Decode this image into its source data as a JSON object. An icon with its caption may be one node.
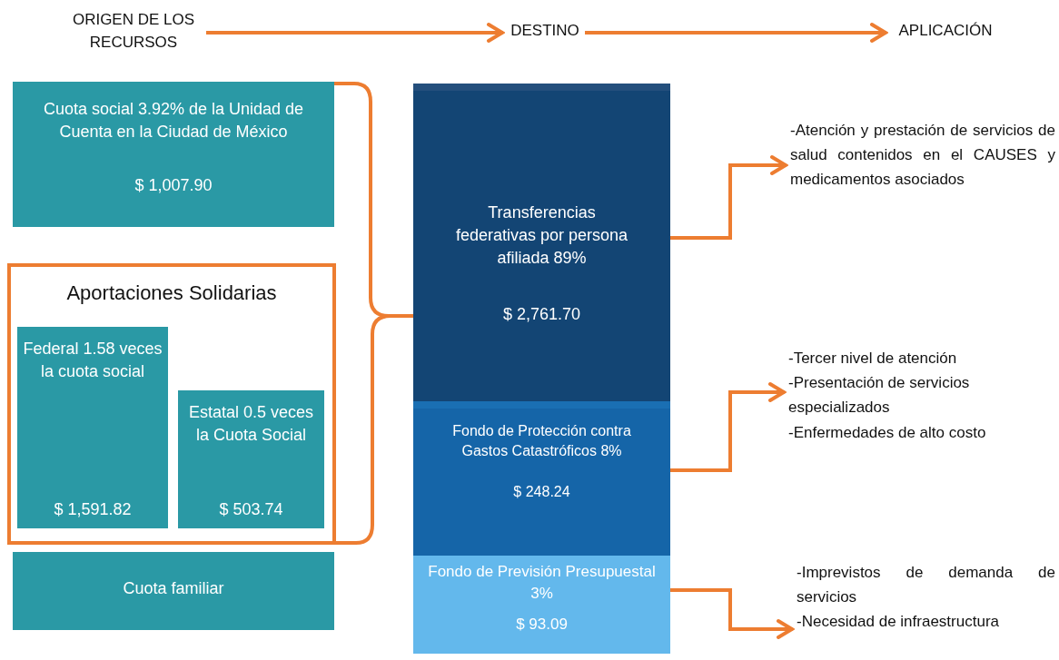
{
  "diagram": {
    "nodes": [
      {
        "text": [
          "ORIGEN DE LOS RECURSOS"
        ]
      },
      {
        "text": [
          "DESTINO"
        ]
      },
      {
        "text": [
          "APLICACIÓN"
        ]
      },
      {
        "text": [
          "Cuota social 3.92% de la Unidad de Cuenta en la Ciudad de México",
          "$ 1,007.90"
        ]
      },
      {
        "text": [
          "Aportaciones Solidarias"
        ]
      },
      {
        "text": [
          "Federal 1.58 veces la cuota social",
          "$ 1,591.82"
        ],
        "in": 4
      },
      {
        "text": [
          "Estatal 0.5 veces la Cuota Social",
          "$ 503.74"
        ],
        "in": 4
      },
      {
        "text": [
          "Cuota familiar"
        ]
      },
      {
        "text": [
          "Transferencias federativas por persona afiliada 89%",
          "$ 2,761.70"
        ]
      },
      {
        "text": [
          "Fondo de Protección contra Gastos Catastróficos 8%",
          "$ 248.24"
        ]
      },
      {
        "text": [
          "Fondo de Previsión Presupuestal 3%",
          "$ 93.09"
        ]
      },
      {
        "text": [
          "-Atención y prestación de servicios de salud contenidos en el CAUSES y medicamentos asociados"
        ]
      },
      {
        "text": [
          "-Tercer nivel de atención",
          "-Presentación de servicios especializados",
          "-Enfermedades de alto costo"
        ]
      },
      {
        "text": [
          "-Imprevistos de demanda de servicios",
          "-Necesidad de infraestructura"
        ]
      }
    ],
    "edges": [
      {
        "from": 0,
        "to": 1,
        "arrow": "to"
      },
      {
        "from": 1,
        "to": 2,
        "arrow": "to"
      },
      {
        "from": 3,
        "to": 8,
        "arrow": "none"
      },
      {
        "from": 4,
        "to": 8,
        "arrow": "none"
      },
      {
        "from": 8,
        "to": 11,
        "arrow": "to"
      },
      {
        "from": 9,
        "to": 12,
        "arrow": "to"
      },
      {
        "from": 10,
        "to": 13,
        "arrow": "to"
      }
    ]
  }
}
